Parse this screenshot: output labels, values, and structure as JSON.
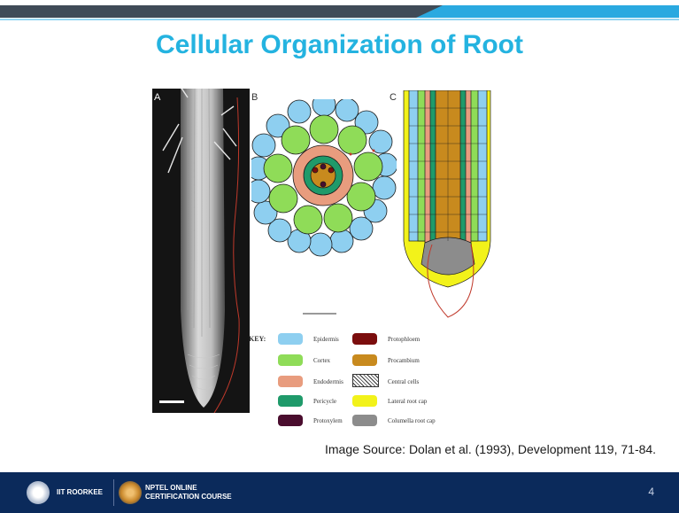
{
  "slide": {
    "title": "Cellular Organization of Root",
    "page_number": "4"
  },
  "figure": {
    "panel_labels": [
      "A",
      "B",
      "C"
    ],
    "key_heading": "KEY:",
    "key_left": [
      {
        "label": "Epidermis",
        "color": "#8ecff0"
      },
      {
        "label": "Cortex",
        "color": "#8fdc58"
      },
      {
        "label": "Endodermis",
        "color": "#e89c7e"
      },
      {
        "label": "Pericycle",
        "color": "#1f9a6a"
      },
      {
        "label": "Protoxylem",
        "color": "#4a0d2e"
      }
    ],
    "key_right": [
      {
        "label": "Protophloem",
        "color": "#7b0d0d"
      },
      {
        "label": "Procambium",
        "color": "#c88a1e"
      },
      {
        "label": "Central cells",
        "color": "pattern"
      },
      {
        "label": "Lateral root cap",
        "color": "#f2f21a"
      },
      {
        "label": "Columella root cap",
        "color": "#8c8c8c"
      }
    ]
  },
  "source": {
    "text": "Image Source: Dolan et al. (1993), Development 119, 71-84."
  },
  "footer": {
    "institution": "IIT ROORKEE",
    "course_line1": "NPTEL ONLINE",
    "course_line2": "CERTIFICATION COURSE"
  }
}
